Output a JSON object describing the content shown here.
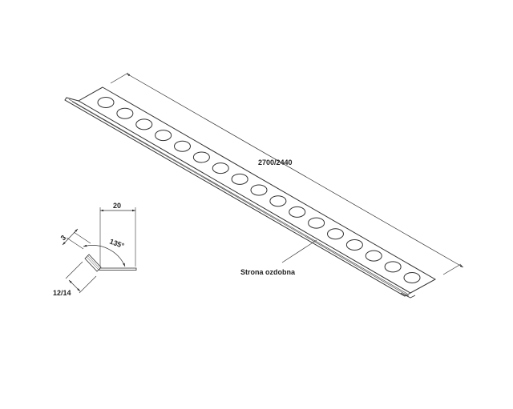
{
  "labels": {
    "length": "2700/2440",
    "decorative_side": "Strona ozdobna",
    "width": "20",
    "angle": "135°",
    "thickness": "3",
    "height": "12/14"
  },
  "strip": {
    "hole_count": 17
  },
  "colors": {
    "line": "#333333",
    "background": "#ffffff"
  }
}
